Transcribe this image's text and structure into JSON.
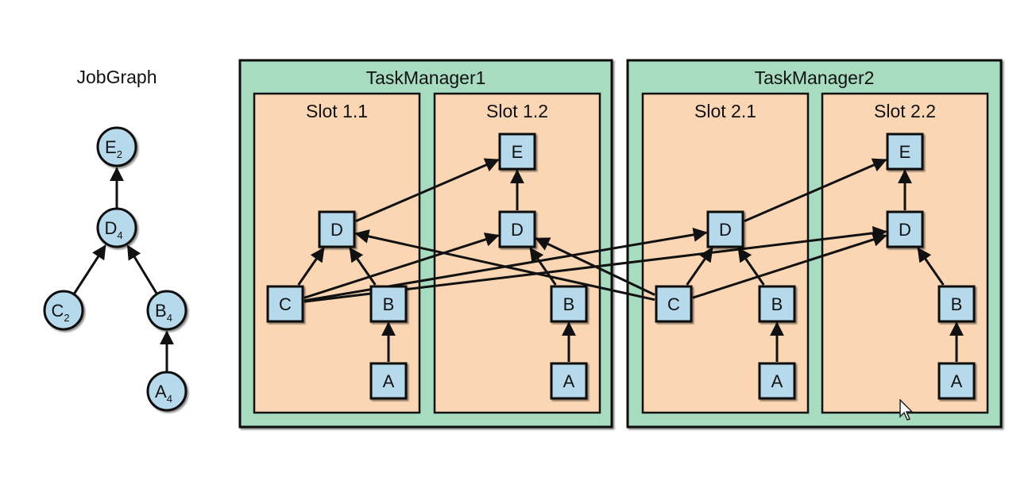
{
  "jobgraph": {
    "title": "JobGraph",
    "nodes": [
      {
        "id": "E",
        "label": "E",
        "sub": "2"
      },
      {
        "id": "D",
        "label": "D",
        "sub": "4"
      },
      {
        "id": "C",
        "label": "C",
        "sub": "2"
      },
      {
        "id": "B",
        "label": "B",
        "sub": "4"
      },
      {
        "id": "A",
        "label": "A",
        "sub": "4"
      }
    ],
    "edges": [
      {
        "from": "D",
        "to": "E"
      },
      {
        "from": "C",
        "to": "D"
      },
      {
        "from": "B",
        "to": "D"
      },
      {
        "from": "A",
        "to": "B"
      }
    ]
  },
  "task_managers": [
    {
      "title": "TaskManager1",
      "slots": [
        {
          "id": "s11",
          "title": "Slot 1.1",
          "tasks": [
            "D",
            "C",
            "B",
            "A"
          ]
        },
        {
          "id": "s12",
          "title": "Slot 1.2",
          "tasks": [
            "E",
            "D",
            "B",
            "A"
          ]
        }
      ]
    },
    {
      "title": "TaskManager2",
      "slots": [
        {
          "id": "s21",
          "title": "Slot 2.1",
          "tasks": [
            "D",
            "C",
            "B",
            "A"
          ]
        },
        {
          "id": "s22",
          "title": "Slot 2.2",
          "tasks": [
            "E",
            "D",
            "B",
            "A"
          ]
        }
      ]
    }
  ],
  "connections": [
    {
      "from": "s11.A",
      "to": "s11.B"
    },
    {
      "from": "s12.A",
      "to": "s12.B"
    },
    {
      "from": "s21.A",
      "to": "s21.B"
    },
    {
      "from": "s22.A",
      "to": "s22.B"
    },
    {
      "from": "s11.B",
      "to": "s11.D"
    },
    {
      "from": "s12.B",
      "to": "s12.D"
    },
    {
      "from": "s21.B",
      "to": "s21.D"
    },
    {
      "from": "s22.B",
      "to": "s22.D"
    },
    {
      "from": "s11.C",
      "to": "s11.D"
    },
    {
      "from": "s11.C",
      "to": "s12.D"
    },
    {
      "from": "s11.C",
      "to": "s21.D"
    },
    {
      "from": "s11.C",
      "to": "s22.D"
    },
    {
      "from": "s21.C",
      "to": "s11.D"
    },
    {
      "from": "s21.C",
      "to": "s12.D"
    },
    {
      "from": "s21.C",
      "to": "s21.D"
    },
    {
      "from": "s21.C",
      "to": "s22.D"
    },
    {
      "from": "s11.D",
      "to": "s12.E"
    },
    {
      "from": "s12.D",
      "to": "s12.E"
    },
    {
      "from": "s21.D",
      "to": "s22.E"
    },
    {
      "from": "s22.D",
      "to": "s22.E"
    }
  ],
  "colors": {
    "task_manager_fill": "#a8dcc0",
    "slot_fill": "#fad6b4",
    "node_fill": "#b7d9ec",
    "stroke": "#111111"
  },
  "icons": [
    "mouse-cursor-icon"
  ]
}
